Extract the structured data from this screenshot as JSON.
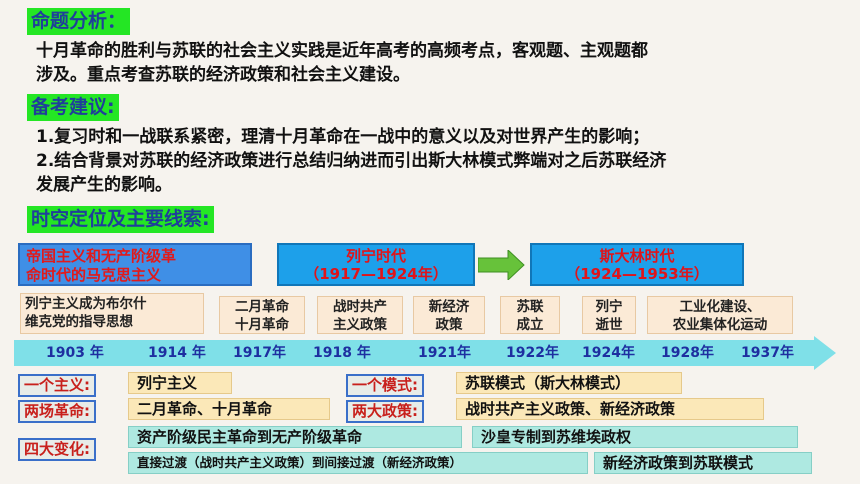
{
  "headings": {
    "analysis": "命题分析：",
    "advice": "备考建议:",
    "timeline": "时空定位及主要线索:"
  },
  "analysis_lines": [
    "十月革命的胜利与苏联的社会主义实践是近年高考的高频考点，客观题、主观题都",
    "涉及。重点考查苏联的经济政策和社会主义建设。"
  ],
  "advice_lines": [
    "1.复习时和一战联系紧密，理清十月革命在一战中的意义以及对世界产生的影响；",
    "2.结合背景对苏联的经济政策进行总结归纳进而引出斯大林模式弊端对之后苏联经济",
    "发展产生的影响。"
  ],
  "eras": {
    "marxism_l1": "帝国主义和无产阶级革",
    "marxism_l2": "命时代的马克思主义",
    "lenin_l1": "列宁时代",
    "lenin_l2": "（1917—1924年）",
    "stalin_l1": "斯大林时代",
    "stalin_l2": "（1924—1953年）"
  },
  "events": [
    {
      "l1": "列宁主义成为布尔什",
      "l2": "维克党的指导思想"
    },
    {
      "l1": "二月革命",
      "l2": "十月革命"
    },
    {
      "l1": "战时共产",
      "l2": "主义政策"
    },
    {
      "l1": "新经济",
      "l2": "政策"
    },
    {
      "l1": "苏联",
      "l2": "成立"
    },
    {
      "l1": "列宁",
      "l2": "逝世"
    },
    {
      "l1": "工业化建设、",
      "l2": "农业集体化运动"
    }
  ],
  "years": [
    "1903 年",
    "1914 年",
    "1917年",
    "1918 年",
    "1921年",
    "1922年",
    "1924年",
    "1928年",
    "1937年"
  ],
  "summary": {
    "one_ism_label": "一个主义:",
    "one_ism_value": "列宁主义",
    "one_model_label": "一个模式:",
    "one_model_value": "苏联模式（斯大林模式）",
    "two_rev_label": "两场革命:",
    "two_rev_value": "二月革命、十月革命",
    "two_pol_label": "两大政策:",
    "two_pol_value": "战时共产主义政策、新经济政策",
    "four_change_label": "四大变化:",
    "change1": "资产阶级民主革命到无产阶级革命",
    "change2": "沙皇专制到苏维埃政权",
    "change3": "直接过渡（战时共产主义政策）到间接过渡（新经济政策）",
    "change4": "新经济政策到苏联模式"
  }
}
